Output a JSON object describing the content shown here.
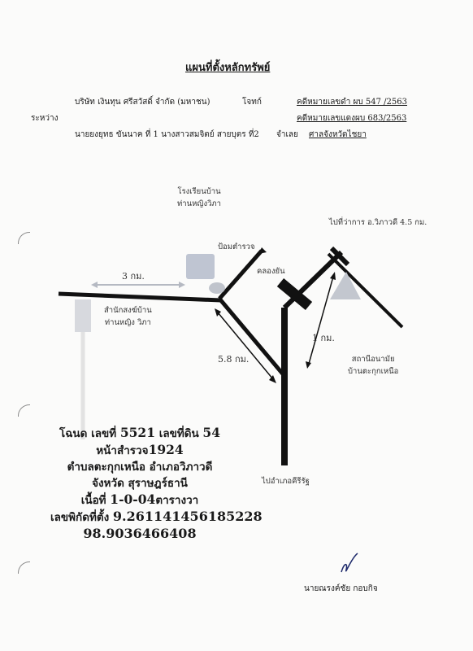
{
  "document": {
    "title": "แผนที่ตั้งหลักทรัพย์",
    "header": {
      "between_label": "ระหว่าง",
      "plaintiff": "บริษัท เงินทุน ศรีสวัสดิ์ จำกัด (มหาชน)",
      "plaintiff_role": "โจทก์",
      "black_case": "คดีหมายเลขดำ ผบ 547 /2563",
      "red_case": "คดีหมายเลขแดงผบ 683/2563",
      "defendants": "นายยงยุทธ ขันนาค ที่ 1 นางสาวสมจิตย์ สายบุตร ที่2",
      "defendant_role": "จำเลย",
      "court": "ศาลจังหวัดไชยา"
    },
    "map": {
      "school": [
        "โรงเรียนบ้าน",
        "ท่านหญิงวิภา"
      ],
      "police_box": "ป้อมตำรวจ",
      "district_office": "ไปที่ว่าการ อ.วิภาวดี 4.5 กม.",
      "canal": "คลองยัน",
      "dist_3km": "3 กม.",
      "dist_58km": "5.8 กม.",
      "dist_1km": "1 กม.",
      "health_station": [
        "สถานีอนามัย",
        "บ้านตะกุกเหนือ"
      ],
      "monastery": [
        "สำนักสงฆ์บ้าน",
        "ท่านหญิง วิภา"
      ],
      "to_khiri": "ไปอำเภอคีรีรัฐ"
    },
    "property": {
      "deed_prefix": "โฉนด เลขที่",
      "deed_no": "5521",
      "land_prefix": "เลขที่ดิน",
      "land_no": "54",
      "survey_prefix": "หน้าสำรวจ",
      "survey_no": "1924",
      "location_1": "ตำบลตะกุกเหนือ อำเภอวิภาวดี",
      "location_2": "จังหวัด สุราษฎร์ธานี",
      "area_prefix": "เนื้อที่",
      "area": "1-0-04",
      "area_unit": "ตารางวา",
      "coord_prefix": "เลขพิกัดที่ตั้ง",
      "lat": "9.261141456185228",
      "lon": "98.9036466408"
    },
    "signer": "นายณรงค์ชัย กอบกิจ"
  }
}
